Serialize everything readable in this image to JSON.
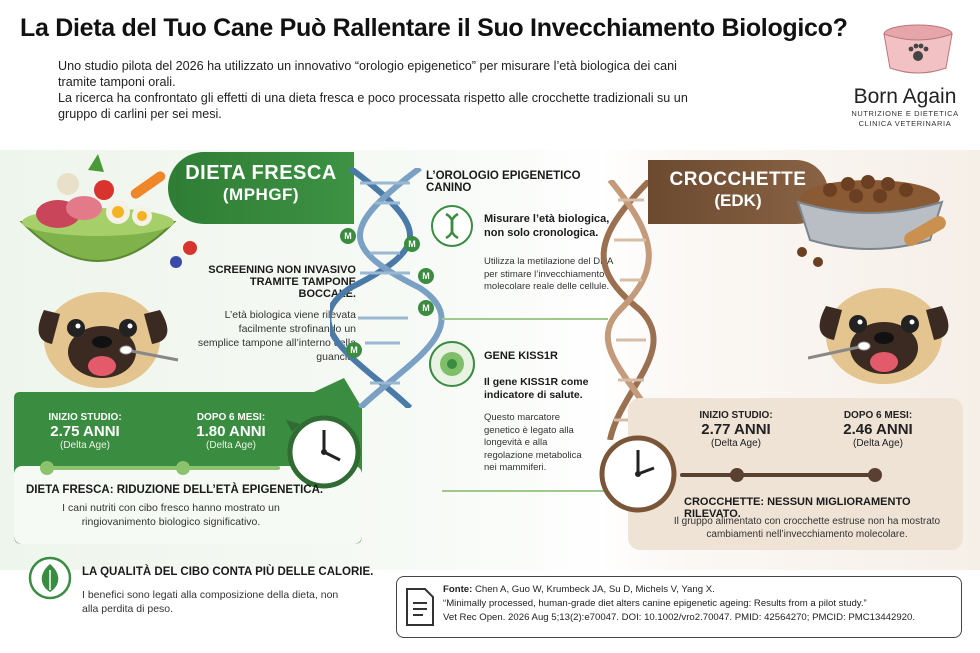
{
  "title": "La Dieta del Tuo Cane Può Rallentare il Suo Invecchiamento Biologico?",
  "intro": [
    "Uno studio pilota del 2026 ha utilizzato un innovativo “orologio epigenetico” per misurare l’età biologica dei cani tramite tamponi orali.",
    "La ricerca ha confrontato gli effetti di una dieta fresca e poco processata rispetto alle crocchette tradizionali su un gruppo di carlini per sei mesi."
  ],
  "brand": {
    "name": "Born Again",
    "sub1": "NUTRIZIONE E DIETETICA",
    "sub2": "CLINICA VETERINARIA"
  },
  "fresh": {
    "title1": "DIETA FRESCA",
    "title2": "(MPHGF)",
    "screening_title1": "SCREENING NON INVASIVO",
    "screening_title2": "TRAMITE TAMPONE BOCCALE.",
    "screening_text": "L’età biologica viene rilevata facilmente strofinando un semplice tampone all’interno della guancia.",
    "start_label": "INIZIO STUDIO:",
    "start_value": "2.75 ANNI",
    "start_sub": "(Delta Age)",
    "end_label": "DOPO 6 MESI:",
    "end_value": "1.80 ANNI",
    "end_sub": "(Delta Age)",
    "result_title": "DIETA FRESCA: RIDUZIONE DELL’ETÀ EPIGENETICA.",
    "result_text": "I cani nutriti con cibo fresco hanno mostrato un ringiovanimento biologico significativo."
  },
  "center": {
    "title": "L’OROLOGIO EPIGENETICO CANINO",
    "measure_title": "Misurare l’età biologica, non solo cronologica.",
    "measure_text": "Utilizza la metilazione del DNA per stimare l’invecchiamento molecolare reale delle cellule.",
    "gene_title": "GENE KISS1R",
    "gene_sub": "Il gene KISS1R come indicatore di salute.",
    "gene_text": "Questo marcatore genetico è legato alla longevità e alla regolazione metabolica nei mammiferi.",
    "methyl_mark": "M"
  },
  "kibble": {
    "title1": "CROCCHETTE",
    "title2": "(EDK)",
    "start_label": "INIZIO STUDIO:",
    "start_value": "2.77 ANNI",
    "start_sub": "(Delta Age)",
    "end_label": "DOPO 6 MESI:",
    "end_value": "2.46 ANNI",
    "end_sub": "(Delta Age)",
    "result_title": "CROCCHETTE: NESSUN MIGLIORAMENTO RILEVATO.",
    "result_text": "Il gruppo alimentato con crocchette estruse non ha mostrato cambiamenti nell’invecchiamento molecolare."
  },
  "quality": {
    "title": "LA QUALITÀ DEL CIBO CONTA PIÙ DELLE CALORIE.",
    "text": "I benefici sono legati alla composizione della dieta, non alla perdita di peso."
  },
  "source": {
    "label": "Fonte:",
    "authors": "Chen A, Guo W, Krumbeck JA, Su D, Michels V, Yang X.",
    "article": "“Minimally processed, human-grade diet alters canine epigenetic ageing: Results from a pilot study.”",
    "ref": "Vet Rec Open. 2026 Aug 5;13(2):e70047. DOI: 10.1002/vro2.70047. PMID: 42564270; PMCID: PMC13442920."
  },
  "colors": {
    "green": "#3a8c40",
    "brown": "#7a5538",
    "beige": "#efe3d6"
  }
}
